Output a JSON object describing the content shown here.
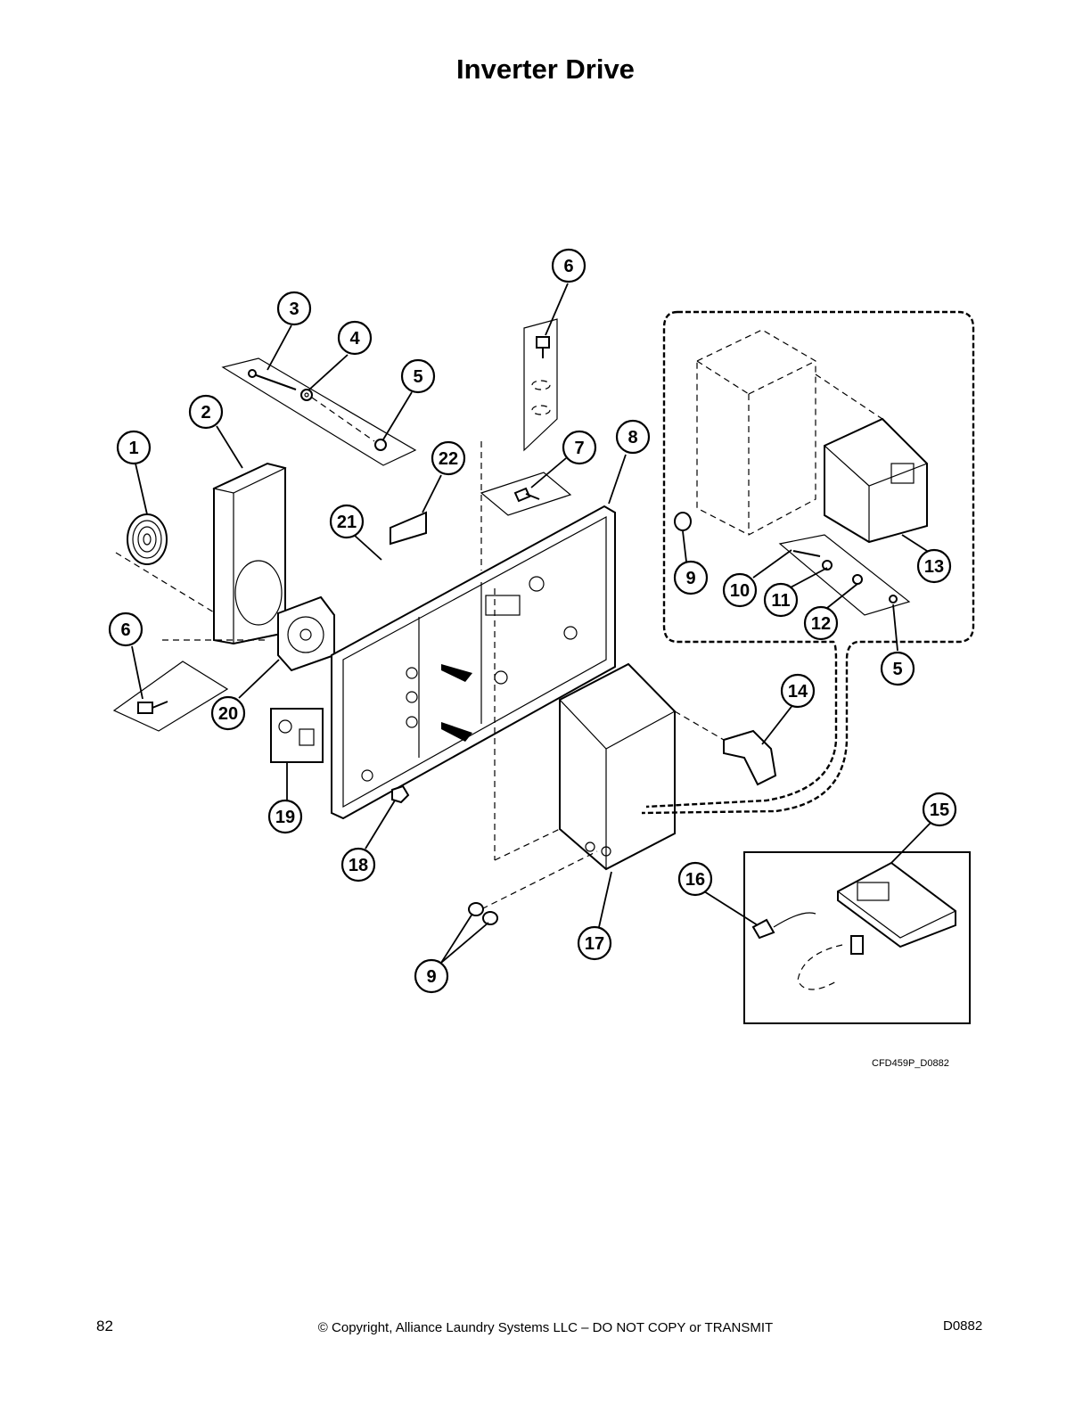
{
  "page": {
    "title": "Inverter Drive",
    "diagram_ref": "CFD459P_D0882",
    "page_number": "82",
    "copyright": "© Copyright, Alliance Laundry Systems LLC – DO NOT COPY or TRANSMIT",
    "doc_code": "D0882"
  },
  "callouts": [
    {
      "id": "c-1",
      "label": "1"
    },
    {
      "id": "c-2",
      "label": "2"
    },
    {
      "id": "c-3",
      "label": "3"
    },
    {
      "id": "c-4",
      "label": "4"
    },
    {
      "id": "c-5a",
      "label": "5"
    },
    {
      "id": "c-5b",
      "label": "5"
    },
    {
      "id": "c-6a",
      "label": "6"
    },
    {
      "id": "c-6b",
      "label": "6"
    },
    {
      "id": "c-7",
      "label": "7"
    },
    {
      "id": "c-8",
      "label": "8"
    },
    {
      "id": "c-9a",
      "label": "9"
    },
    {
      "id": "c-9b",
      "label": "9"
    },
    {
      "id": "c-10",
      "label": "10"
    },
    {
      "id": "c-11",
      "label": "11"
    },
    {
      "id": "c-12",
      "label": "12"
    },
    {
      "id": "c-13",
      "label": "13"
    },
    {
      "id": "c-14",
      "label": "14"
    },
    {
      "id": "c-15",
      "label": "15"
    },
    {
      "id": "c-16",
      "label": "16"
    },
    {
      "id": "c-17",
      "label": "17"
    },
    {
      "id": "c-18",
      "label": "18"
    },
    {
      "id": "c-19",
      "label": "19"
    },
    {
      "id": "c-20",
      "label": "20"
    },
    {
      "id": "c-21",
      "label": "21"
    },
    {
      "id": "c-22",
      "label": "22"
    }
  ]
}
